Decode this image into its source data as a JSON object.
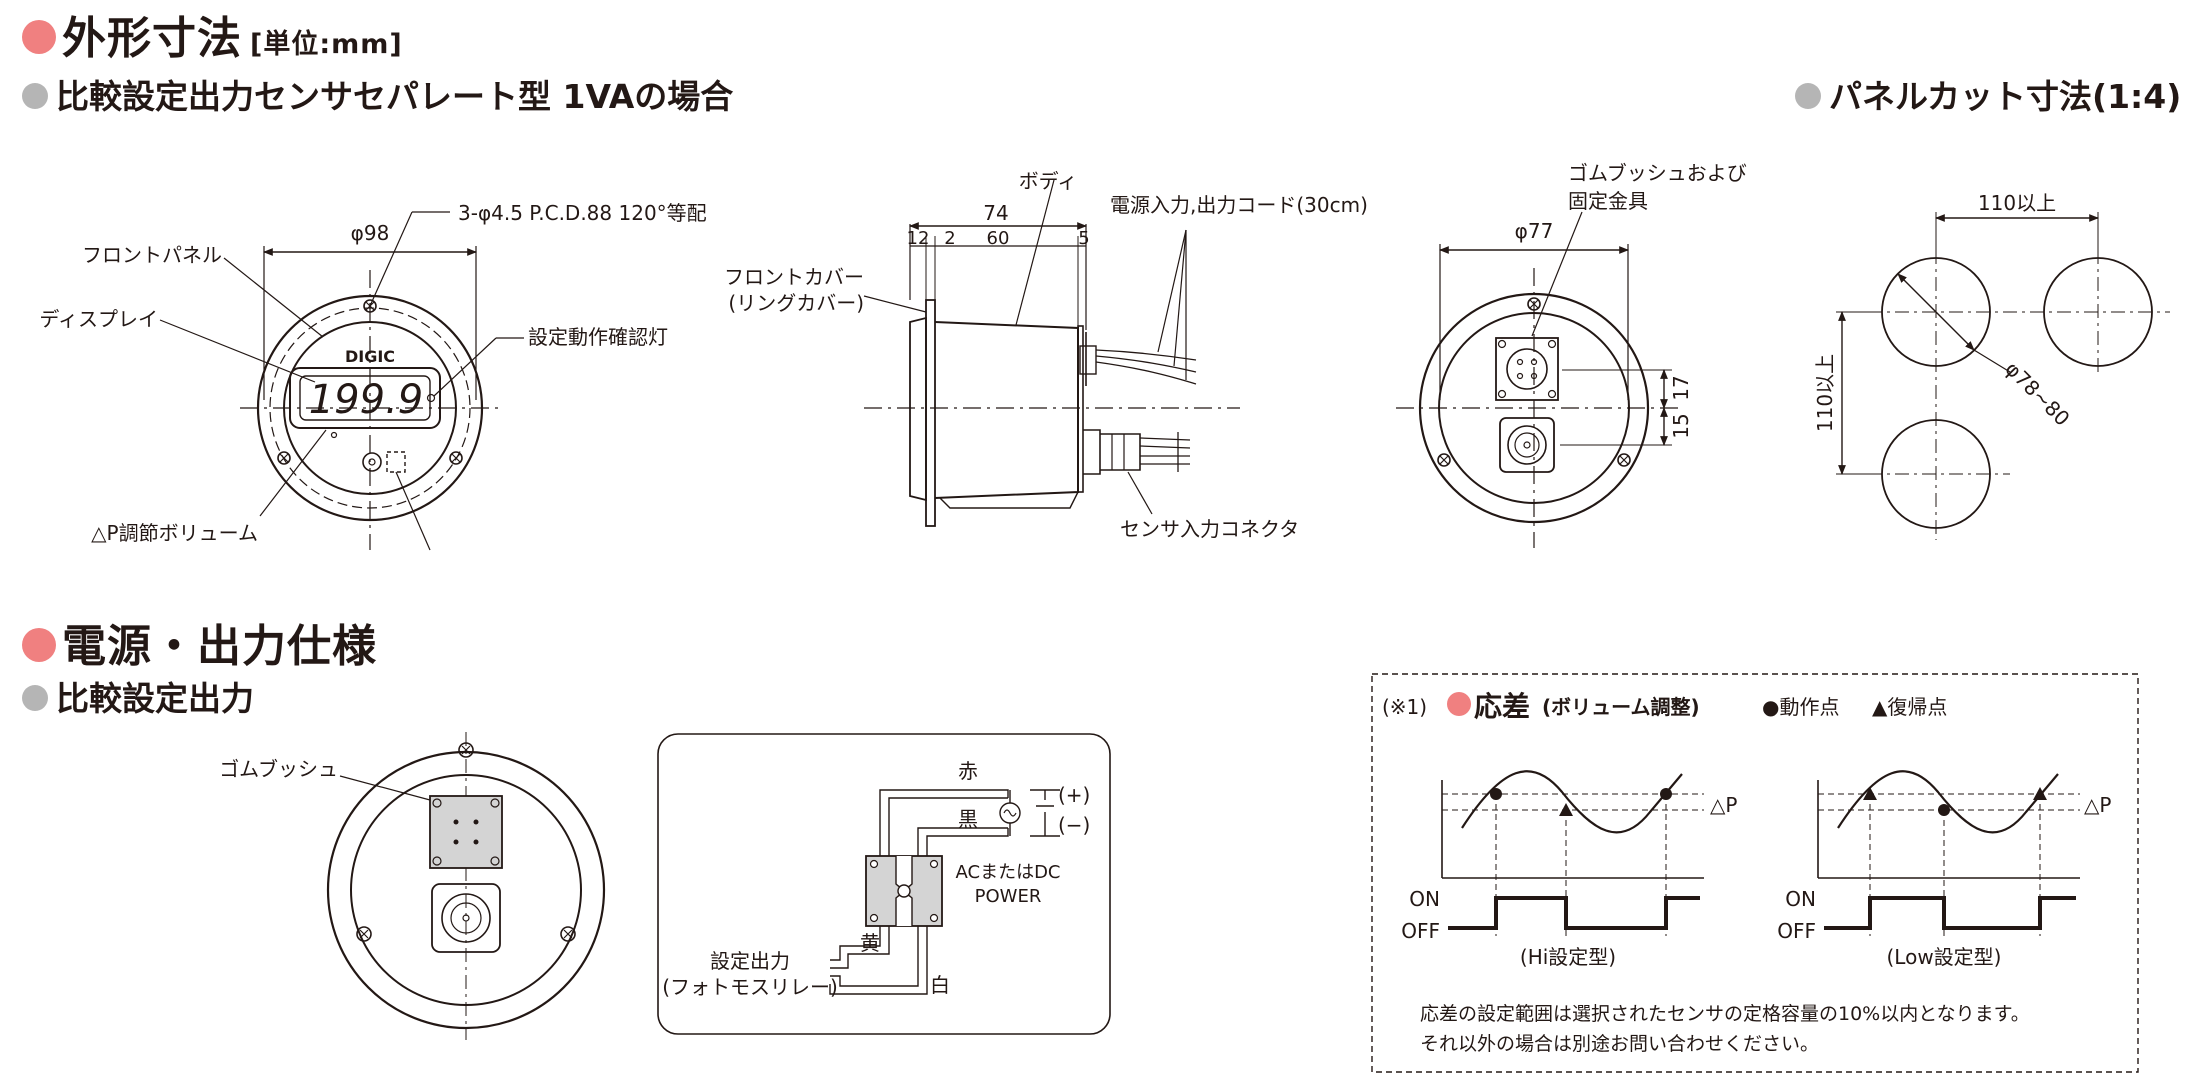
{
  "headings": {
    "dimensions": "外形寸法",
    "unit": "[単位:mm]",
    "model_case": "比較設定出力センサセパレート型 1VAの場合",
    "panel_cut": "パネルカット寸法(1:4)",
    "power_spec": "電源・出力仕様",
    "comparison_output": "比較設定出力"
  },
  "front_view": {
    "phi98": "φ98",
    "mount_holes": "3-φ4.5 P.C.D.88 120°等配",
    "front_panel": "フロントパネル",
    "display": "ディスプレイ",
    "confirm_lamp": "設定動作確認灯",
    "brand": "DIGIC",
    "readout": "199.9",
    "volume": "△P調節ボリューム"
  },
  "side_view": {
    "body": "ボディ",
    "length_total": "74",
    "length_parts": [
      "12",
      "2",
      "60",
      "5"
    ],
    "power_cord": "電源入力,出力コード(30cm)",
    "front_cover": "フロントカバー",
    "ring_cover": "(リングカバー)",
    "sensor_connector": "センサ入力コネクタ"
  },
  "rear_view": {
    "grommet": "ゴムブッシュおよび",
    "bracket": "固定金具",
    "phi77": "φ77",
    "dim_15": "15",
    "dim_17": "17"
  },
  "panel_cut": {
    "horizontal": "110以上",
    "vertical": "110以上",
    "hole": "φ78~80"
  },
  "wiring": {
    "grommet_label": "ゴムブッシュ",
    "wire_red": "赤",
    "wire_black": "黒",
    "wire_yellow": "黄",
    "wire_white": "白",
    "plus": "(+)",
    "minus": "(−)",
    "power_line1": "ACまたはDC",
    "power_line2": "POWER",
    "output_line1": "設定出力",
    "output_line2": "(フォトモスリレー)"
  },
  "hysteresis": {
    "note_ref": "(※1)",
    "title": "応差",
    "subtitle": "(ボリューム調整)",
    "legend_on": "●動作点",
    "legend_off": "▲復帰点",
    "delta_p": "△P",
    "on": "ON",
    "off": "OFF",
    "hi_caption": "(Hi設定型)",
    "low_caption": "(Low設定型)",
    "note1": "応差の設定範囲は選択されたセンサの定格容量の10%以内となります。",
    "note2": "それ以外の場合は別途お問い合わせください。"
  },
  "colors": {
    "accent_pink": "#f08080",
    "accent_gray": "#b5b5b5",
    "ink": "#231815"
  }
}
